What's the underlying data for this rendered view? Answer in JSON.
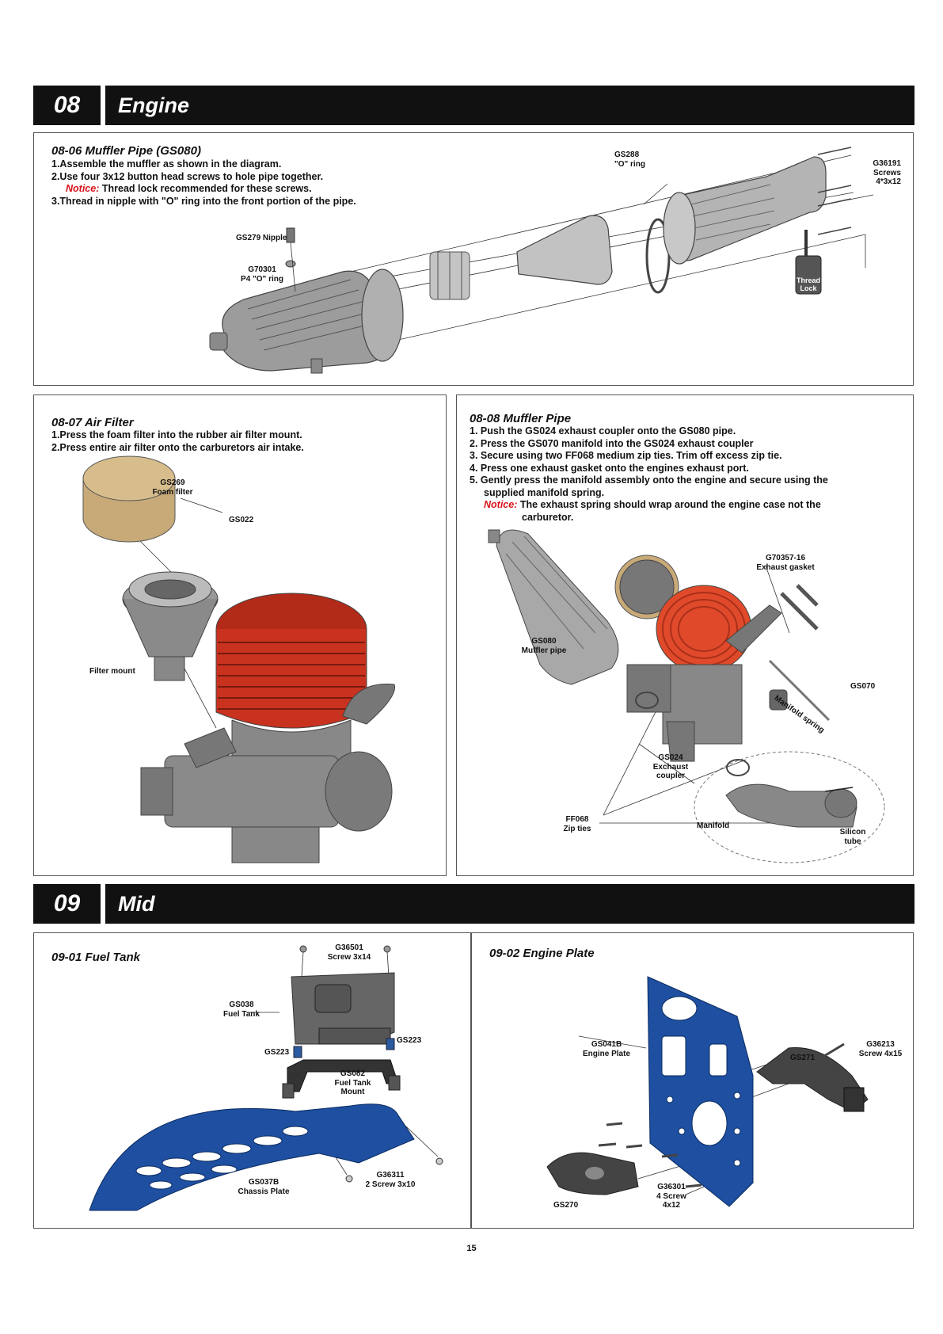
{
  "sections": [
    {
      "number": "08",
      "title": "Engine"
    },
    {
      "number": "09",
      "title": "Mid"
    }
  ],
  "muffler_080": {
    "title": "08-06  Muffler Pipe (GS080)",
    "steps": [
      "1.Assemble the muffler as shown in the diagram.",
      "2.Use four 3x12 button head screws to hole pipe together."
    ],
    "notice_label": "Notice:",
    "notice_text": "Thread lock recommended for these screws.",
    "step3": "3.Thread in nipple with \"O\" ring into the front portion of the pipe.",
    "labels": {
      "nipple": "GS279 Nipple",
      "oring_code": "G70301",
      "oring_name": "P4 \"O\" ring",
      "gs288_code": "GS288",
      "gs288_name": "\"O\" ring",
      "screws_code": "G36191",
      "screws_name": "Screws",
      "screws_size": "4*3x12",
      "threadlock_1": "Thread",
      "threadlock_2": "Lock"
    }
  },
  "air_filter": {
    "title": "08-07  Air Filter",
    "steps": [
      "1.Press the foam filter into the rubber air filter mount.",
      "2.Press entire air filter onto the carburetors air intake."
    ],
    "labels": {
      "gs269_code": "GS269",
      "gs269_name": "Foam filter",
      "gs022": "GS022",
      "filter_mount": "Filter mount"
    }
  },
  "muffler_pipe": {
    "title": "08-08  Muffler Pipe",
    "steps": [
      "1. Push the GS024 exhaust coupler onto the GS080 pipe.",
      "2. Press the GS070 manifold into the GS024 exhaust coupler",
      "3. Secure using two FF068 medium zip ties.  Trim off excess zip tie.",
      "4. Press one exhaust gasket onto the engines exhaust port.",
      "5. Gently press the manifold assembly onto the engine and secure using the"
    ],
    "step5_cont": "supplied manifold spring.",
    "notice_label": "Notice:",
    "notice_text": "The exhaust spring should wrap around the engine case not the",
    "notice_cont": "carburetor.",
    "labels": {
      "gasket_code": "G70357-16",
      "gasket_name": "Exhaust gasket",
      "gs080_code": "GS080",
      "gs080_name": "Muffler pipe",
      "spring": "Manifold spring",
      "gs070": "GS070",
      "gs024_code": "GS024",
      "gs024_l1": "Exchaust",
      "gs024_l2": "coupler",
      "ff068_code": "FF068",
      "ff068_name": "Zip ties",
      "manifold": "Manifold",
      "silicon_1": "Silicon",
      "silicon_2": "tube"
    }
  },
  "fuel_tank": {
    "title": "09-01  Fuel Tank",
    "labels": {
      "screw_code": "G36501",
      "screw_name": "Screw 3x14",
      "tank_code": "GS038",
      "tank_name": "Fuel Tank",
      "gs223_left": "GS223",
      "gs223_right": "GS223",
      "mount_code": "GS082",
      "mount_l1": "Fuel Tank",
      "mount_l2": "Mount",
      "chassis_code": "GS037B",
      "chassis_name": "Chassis Plate",
      "screw2_code": "G36311",
      "screw2_name": "2 Screw 3x10"
    }
  },
  "engine_plate": {
    "title": "09-02  Engine Plate",
    "labels": {
      "plate_code": "GS041B",
      "plate_name": "Engine Plate",
      "gs271": "GS271",
      "screw_code": "G36213",
      "screw_name": "Screw 4x15",
      "gs270": "GS270",
      "screw4_code": "G36301",
      "screw4_l1": "4 Screw",
      "screw4_l2": "4x12"
    }
  },
  "page_number": "15",
  "colors": {
    "band": "#111111",
    "notice": "#d8141b",
    "engine_head": "#c8321e",
    "plate_blue": "#1e4fa0",
    "foam": "#c8aa78",
    "part_gray": "#8a8a8a"
  }
}
